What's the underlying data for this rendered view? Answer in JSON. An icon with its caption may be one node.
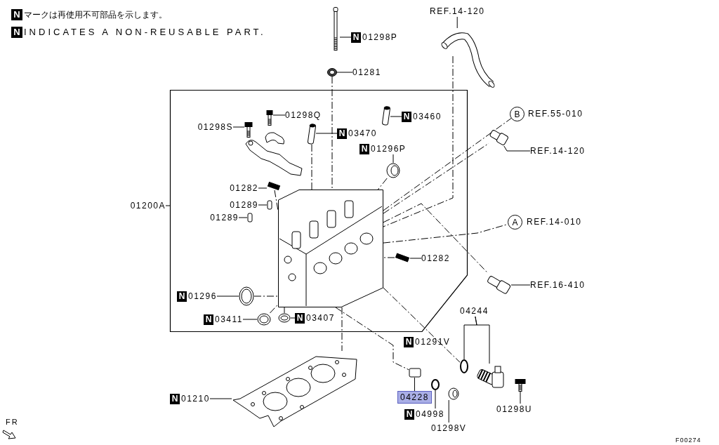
{
  "diagram": {
    "nodes": [
      {
        "text": [
          "N",
          "01298P"
        ]
      },
      {
        "text": [],
        "shape": "picture"
      },
      {
        "text": [
          "01281"
        ]
      },
      {
        "text": [],
        "shape": "picture"
      },
      {
        "text": [
          "REF.14-120"
        ]
      },
      {
        "text": [],
        "shape": "picture"
      },
      {
        "text": [],
        "shape": "box"
      },
      {
        "text": [
          "01298Q"
        ],
        "in": 6
      },
      {
        "text": [],
        "shape": "picture",
        "in": 6
      },
      {
        "text": [
          "01298S"
        ],
        "in": 6
      },
      {
        "text": [],
        "shape": "picture",
        "in": 6
      },
      {
        "text": [
          "N",
          "03470"
        ],
        "in": 6
      },
      {
        "text": [],
        "shape": "picture",
        "in": 6
      },
      {
        "text": [
          "N",
          "03460"
        ],
        "in": 6
      },
      {
        "text": [],
        "shape": "picture",
        "in": 6
      },
      {
        "text": [
          "N",
          "01296P"
        ],
        "in": 6
      },
      {
        "text": [],
        "shape": "picture",
        "in": 6
      },
      {
        "text": [
          "01282"
        ],
        "in": 6
      },
      {
        "text": [],
        "shape": "bar",
        "in": 6
      },
      {
        "text": [
          "01289"
        ],
        "in": 6
      },
      {
        "text": [],
        "shape": "bar",
        "in": 6
      },
      {
        "text": [
          "01289"
        ],
        "in": 6
      },
      {
        "text": [],
        "shape": "bar",
        "in": 6
      },
      {
        "text": [
          "N",
          "01296"
        ],
        "in": 6
      },
      {
        "text": [],
        "shape": "picture",
        "in": 6
      },
      {
        "text": [
          "N",
          "03411"
        ],
        "in": 6
      },
      {
        "text": [],
        "shape": "picture",
        "in": 6
      },
      {
        "text": [
          "N",
          "03407"
        ],
        "in": 6
      },
      {
        "text": [],
        "shape": "picture",
        "in": 6
      },
      {
        "text": [
          "01282"
        ],
        "in": 6
      },
      {
        "text": [],
        "shape": "bar",
        "in": 6
      },
      {
        "text": [],
        "shape": "picture",
        "in": 6
      },
      {
        "text": [
          "01200A"
        ]
      },
      {
        "text": [
          "B"
        ],
        "beside": [
          "REF.55-010"
        ]
      },
      {
        "text": [
          "REF.14-120"
        ]
      },
      {
        "text": [],
        "shape": "box"
      },
      {
        "text": [
          "A"
        ],
        "beside": [
          "REF.14-010"
        ]
      },
      {
        "text": [
          "REF.16-410"
        ]
      },
      {
        "text": [],
        "shape": "picture"
      },
      {
        "text": [
          "04244"
        ]
      },
      {
        "text": [
          "N",
          "01291V"
        ]
      },
      {
        "text": [],
        "shape": "circle"
      },
      {
        "text": [],
        "shape": "picture"
      },
      {
        "text": [
          "01298U"
        ]
      },
      {
        "text": [],
        "shape": "picture"
      },
      {
        "text": [
          "04228"
        ]
      },
      {
        "text": [],
        "shape": "bar"
      },
      {
        "text": [
          "N",
          "04998"
        ]
      },
      {
        "text": [],
        "shape": "circle"
      },
      {
        "text": [
          "01298V"
        ]
      },
      {
        "text": [],
        "shape": "picture"
      },
      {
        "text": [
          "N",
          "01210"
        ]
      },
      {
        "text": [],
        "shape": "picture"
      },
      {
        "text": [
          "N"
        ]
      },
      {
        "text": [
          "N"
        ]
      }
    ],
    "edges": [
      {
        "from": 0,
        "to": 1,
        "arrow": "none"
      },
      {
        "from": 2,
        "to": 3,
        "arrow": "none"
      },
      {
        "from": 4,
        "to": 5,
        "arrow": "none"
      },
      {
        "from": 7,
        "to": 8,
        "arrow": "none"
      },
      {
        "from": 9,
        "to": 10,
        "arrow": "none"
      },
      {
        "from": 11,
        "to": 12,
        "arrow": "none"
      },
      {
        "from": 13,
        "to": 14,
        "arrow": "none"
      },
      {
        "from": 15,
        "to": 16,
        "arrow": "none"
      },
      {
        "from": 17,
        "to": 18,
        "arrow": "none"
      },
      {
        "from": 19,
        "to": 20,
        "arrow": "none"
      },
      {
        "from": 21,
        "to": 22,
        "arrow": "none"
      },
      {
        "from": 23,
        "to": 24,
        "arrow": "none"
      },
      {
        "from": 25,
        "to": 26,
        "arrow": "none"
      },
      {
        "from": 27,
        "to": 28,
        "arrow": "none"
      },
      {
        "from": 29,
        "to": 30,
        "arrow": "none"
      },
      {
        "from": 32,
        "to": 6,
        "arrow": "none"
      },
      {
        "from": 34,
        "to": 35,
        "arrow": "none"
      },
      {
        "from": 37,
        "to": 38,
        "arrow": "none"
      },
      {
        "from": 39,
        "to": 41,
        "arrow": "none"
      },
      {
        "from": 39,
        "to": 42,
        "arrow": "none"
      },
      {
        "from": 43,
        "to": 44,
        "arrow": "none"
      },
      {
        "from": 45,
        "to": 46,
        "arrow": "none"
      },
      {
        "from": 47,
        "to": 48,
        "arrow": "none"
      },
      {
        "from": 49,
        "to": 50,
        "arrow": "none"
      },
      {
        "from": 51,
        "to": 52,
        "arrow": "none"
      },
      {
        "from": 3,
        "to": 31,
        "arrow": "none",
        "style": "dashed"
      },
      {
        "from": 31,
        "to": 52,
        "arrow": "none",
        "style": "dashed"
      },
      {
        "from": 5,
        "to": 31,
        "arrow": "none",
        "style": "dashed"
      },
      {
        "from": 31,
        "to": 33,
        "arrow": "none",
        "style": "dashed"
      },
      {
        "from": 31,
        "to": 35,
        "arrow": "none",
        "style": "dashed"
      },
      {
        "from": 31,
        "to": 36,
        "arrow": "none",
        "style": "dashed"
      },
      {
        "from": 31,
        "to": 38,
        "arrow": "none",
        "style": "dashed"
      },
      {
        "from": 31,
        "to": 41,
        "arrow": "none",
        "style": "dashed"
      },
      {
        "from": 31,
        "to": 46,
        "arrow": "none",
        "style": "dashed"
      },
      {
        "from": 24,
        "to": 31,
        "arrow": "none",
        "style": "dashed"
      },
      {
        "from": 26,
        "to": 31,
        "arrow": "none",
        "style": "dashed"
      },
      {
        "from": 28,
        "to": 31,
        "arrow": "none",
        "style": "dashed"
      },
      {
        "from": 12,
        "to": 31,
        "arrow": "none",
        "style": "dashed"
      },
      {
        "from": 18,
        "to": 31,
        "arrow": "none",
        "style": "dashed"
      },
      {
        "from": 30,
        "to": 31,
        "arrow": "none",
        "style": "dashed"
      },
      {
        "from": 16,
        "to": 31,
        "arrow": "none",
        "style": "dashed"
      }
    ],
    "labels": [
      "マークは再使用不可部品を示します。",
      "INDICATES A NON-REUSABLE PART.",
      "FR",
      "F00274"
    ]
  }
}
